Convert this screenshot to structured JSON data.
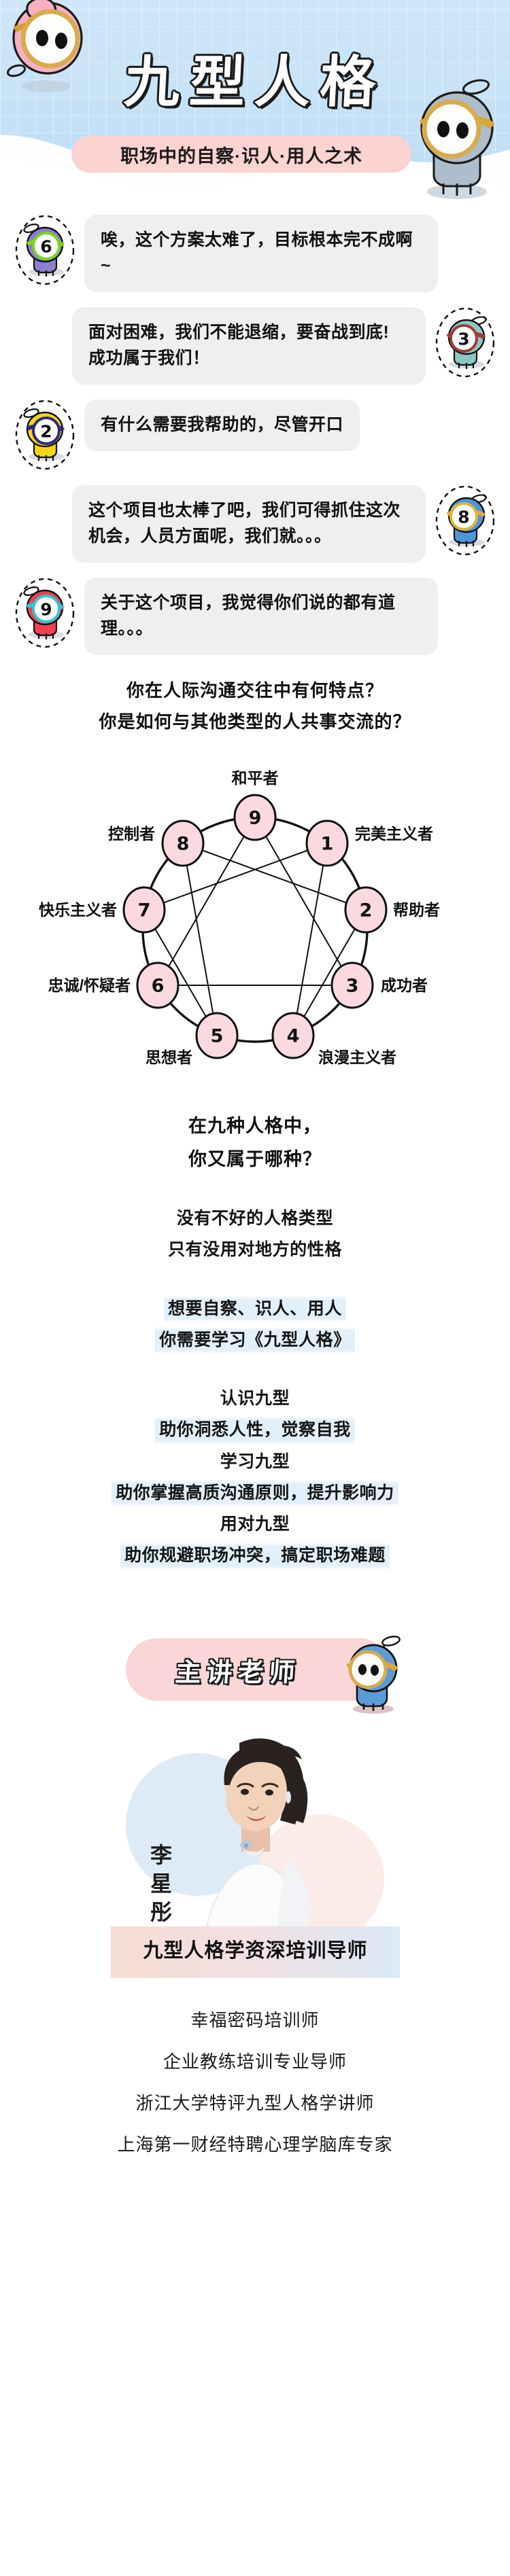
{
  "header": {
    "title": "九型人格",
    "subtitle": "职场中的自察·识人·用人之术",
    "bg_color": "#cae3f7",
    "subtitle_pill_color": "#fbd3d0"
  },
  "chat": {
    "messages": [
      {
        "side": "left",
        "number": "6",
        "body_color": "#8b7fd0",
        "band_color": "#7ed321",
        "ring_color": "#7ed321",
        "text": "唉，这个方案太难了，目标根本完不成啊~"
      },
      {
        "side": "right",
        "number": "3",
        "body_color": "#8cc8c3",
        "band_color": "#a33a33",
        "ring_color": "#a33a33",
        "text": "面对困难，我们不能退缩，要奋战到底! 成功属于我们！"
      },
      {
        "side": "left",
        "number": "2",
        "body_color": "#f7d417",
        "band_color": "#2b2a80",
        "ring_color": "#2b2a80",
        "text": "有什么需要我帮助的，尽管开口"
      },
      {
        "side": "right",
        "number": "8",
        "body_color": "#4f95dd",
        "band_color": "#e8a33d",
        "ring_color": "#e0b43c",
        "text": "这个项目也太棒了吧，我们可得抓住这次机会，人员方面呢，我们就。。。"
      },
      {
        "side": "left",
        "number": "9",
        "body_color": "#ef4152",
        "band_color": "#2ec7d6",
        "ring_color": "#2ec7d6",
        "text": "关于这个项目，我觉得你们说的都有道理。。。"
      }
    ],
    "bubble_color": "#eeeff1"
  },
  "question_block": {
    "lines": [
      "你在人际沟通交往中有何特点？",
      "你是如何与其他类型的人共事交流的？"
    ]
  },
  "chart_data": {
    "type": "diagram",
    "title": "九型人格",
    "node_fill": "#fad9e0",
    "nodes": [
      {
        "number": "9",
        "label": "和平者",
        "angle_deg": 90,
        "label_pos": "top"
      },
      {
        "number": "1",
        "label": "完美主义者",
        "angle_deg": 50,
        "label_pos": "right"
      },
      {
        "number": "2",
        "label": "帮助者",
        "angle_deg": 10,
        "label_pos": "right"
      },
      {
        "number": "3",
        "label": "成功者",
        "angle_deg": -30,
        "label_pos": "right"
      },
      {
        "number": "4",
        "label": "浪漫主义者",
        "angle_deg": -70,
        "label_pos": "bottom-right"
      },
      {
        "number": "5",
        "label": "思想者",
        "angle_deg": -110,
        "label_pos": "bottom-left"
      },
      {
        "number": "6",
        "label": "忠诚/怀疑者",
        "angle_deg": -150,
        "label_pos": "left"
      },
      {
        "number": "7",
        "label": "快乐主义者",
        "angle_deg": 170,
        "label_pos": "left"
      },
      {
        "number": "8",
        "label": "控制者",
        "angle_deg": 130,
        "label_pos": "left"
      }
    ],
    "edges_triangle": [
      "9-3",
      "3-6",
      "6-9"
    ],
    "edges_hexad": [
      "1-4",
      "4-2",
      "2-8",
      "8-5",
      "5-7",
      "7-1"
    ]
  },
  "which_type": {
    "line1": "在九种人格中，",
    "line2": "你又属于哪种？"
  },
  "pitch": {
    "block1": [
      "没有不好的人格类型",
      "只有没用对地方的性格"
    ],
    "block2": [
      "想要自察、识人、用人",
      "你需要学习《九型人格》"
    ],
    "block3": [
      "认识九型",
      "助你洞悉人性，觉察自我",
      "学习九型",
      "助你掌握高质沟通原则，提升影响力",
      "用对九型",
      "助你规避职场冲突，搞定职场难题"
    ]
  },
  "teacher": {
    "badge_label": "主讲老师",
    "badge_color": "#fbd6d6",
    "name": "李星彤",
    "credential_title": "九型人格学资深培训导师",
    "credentials": [
      "幸福密码培训师",
      "企业教练培训专业导师",
      "浙江大学特评九型人格学讲师",
      "上海第一财经特聘心理学脑库专家"
    ]
  }
}
